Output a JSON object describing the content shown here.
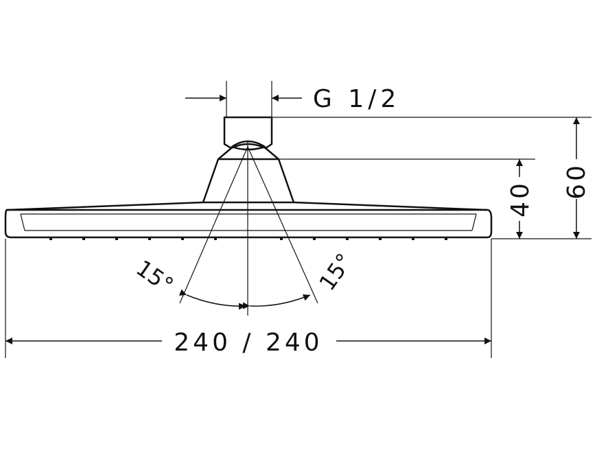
{
  "drawing": {
    "thread_label": "G 1/2",
    "height_total_label": "60",
    "height_partial_label": "40",
    "width_label": "240 / 240",
    "angle_left_label": "15°",
    "angle_right_label": "15°"
  },
  "colors": {
    "line": "#111111",
    "background": "#ffffff"
  }
}
